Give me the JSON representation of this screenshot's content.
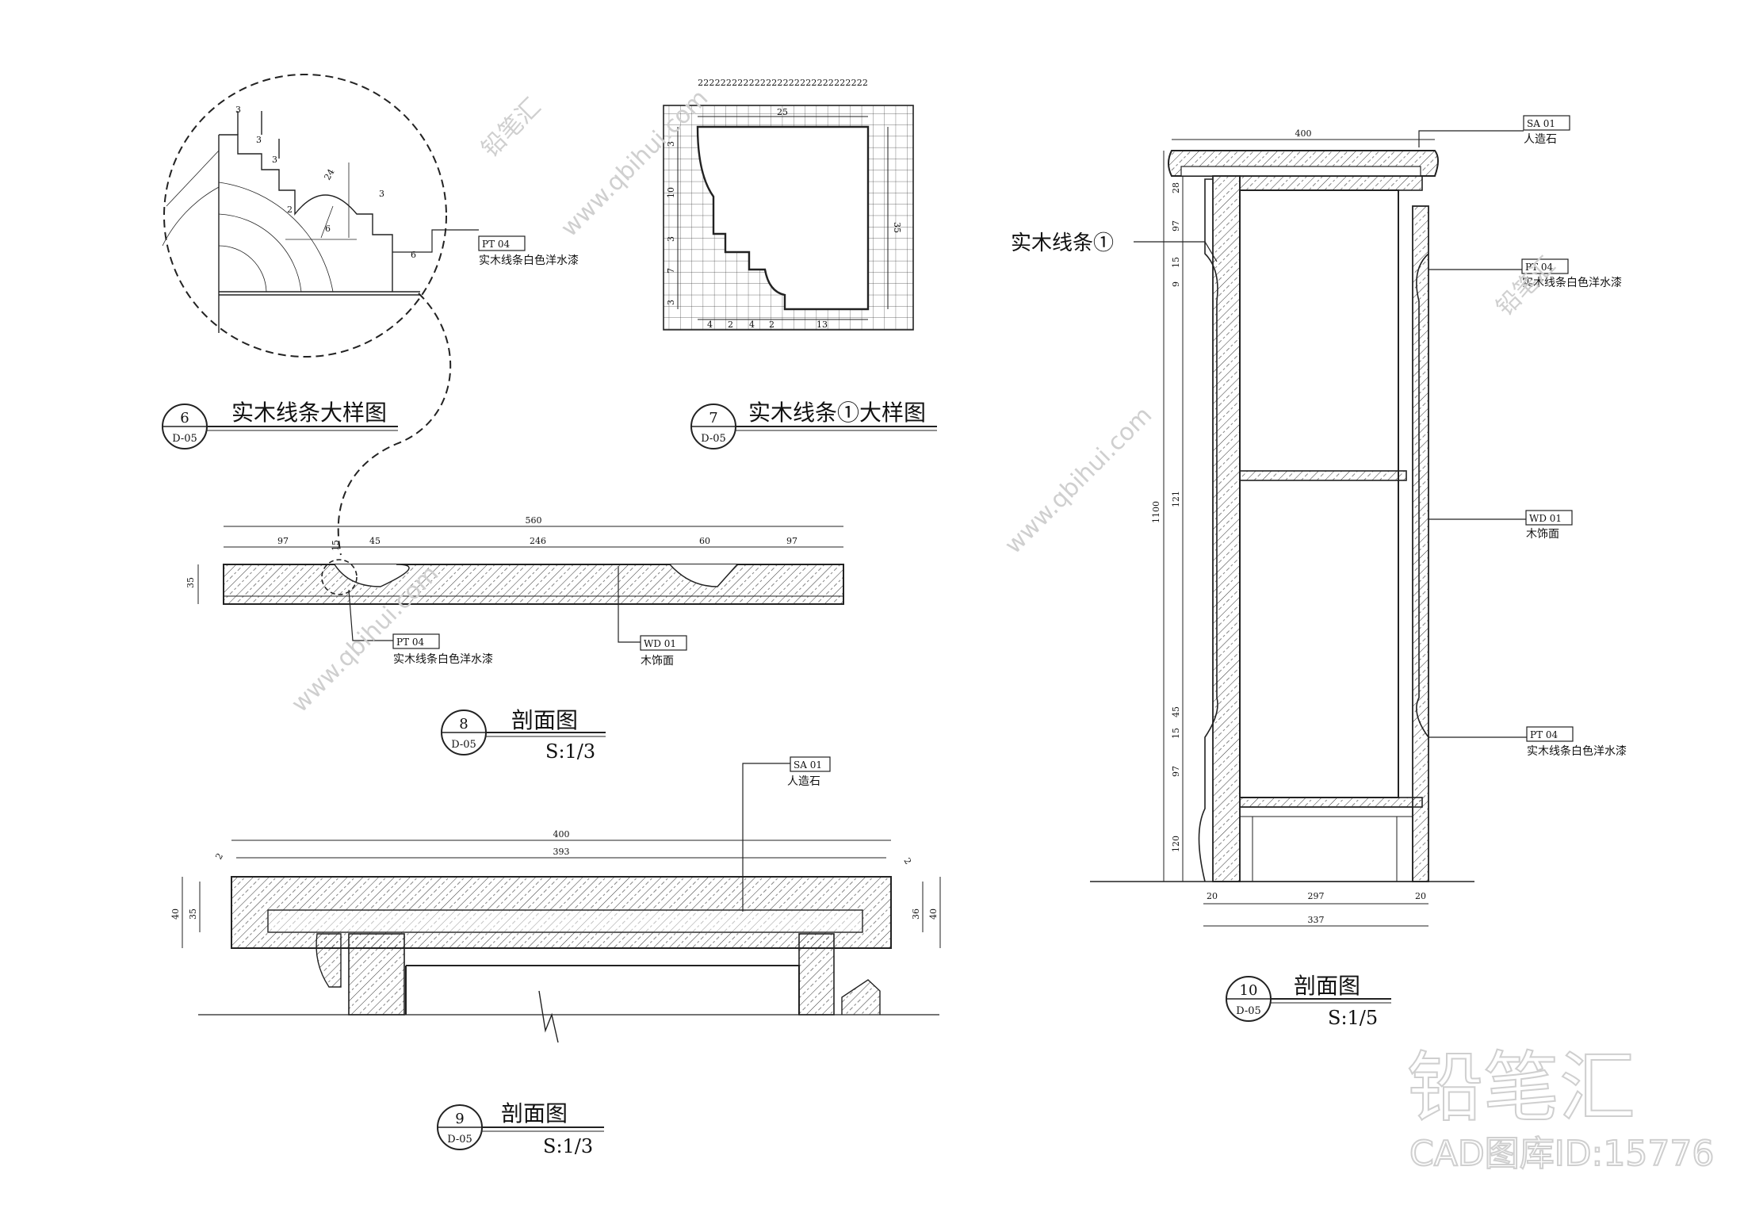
{
  "views": {
    "v6": {
      "num": "6",
      "ref": "D-05",
      "title": "实木线条大样图"
    },
    "v7": {
      "num": "7",
      "ref": "D-05",
      "title": "实木线条①大样图"
    },
    "v8": {
      "num": "8",
      "ref": "D-05",
      "title": "剖面图",
      "scale": "S:1/3"
    },
    "v9": {
      "num": "9",
      "ref": "D-05",
      "title": "剖面图",
      "scale": "S:1/3"
    },
    "v10": {
      "num": "10",
      "ref": "D-05",
      "title": "剖面图",
      "scale": "S:1/5"
    }
  },
  "materials": {
    "pt04": {
      "code": "PT 04",
      "desc": "实木线条白色洋水漆"
    },
    "wd01": {
      "code": "WD 01",
      "desc": "木饰面"
    },
    "sa01": {
      "code": "SA 01",
      "desc": "人造石"
    }
  },
  "labels": {
    "molding1": "实木线条①"
  },
  "dims": {
    "v6": {
      "a": "3",
      "b": "3",
      "c": "3",
      "d": "2",
      "e": "24",
      "f": "6",
      "g": "3",
      "h": "6"
    },
    "v7": {
      "top_ticks": [
        "2",
        "2",
        "2",
        "2",
        "2",
        "2",
        "2",
        "2",
        "2",
        "2",
        "2",
        "2",
        "2",
        "2",
        "2",
        "2",
        "2",
        "2",
        "2",
        "2",
        "2",
        "2",
        "2",
        "2",
        "2",
        "2",
        "2",
        "2",
        "2",
        "2"
      ],
      "w": "25",
      "h": "35",
      "l1": "3",
      "l2": "10",
      "l3": "3",
      "l4": "7",
      "l5": "3",
      "b1": "4",
      "b2": "2",
      "b3": "4",
      "b4": "2",
      "b5": "13"
    },
    "v8": {
      "total": "560",
      "a": "97",
      "b": "15",
      "c": "45",
      "d": "246",
      "e": "60",
      "f": "97",
      "h": "35"
    },
    "v9": {
      "total": "400",
      "inner": "393",
      "a": "2",
      "b": "2",
      "h1": "40",
      "h2": "35",
      "h3": "36",
      "h4": "40"
    },
    "v10": {
      "top": "400",
      "h": "1100",
      "s1": "28",
      "s2": "97",
      "s3": "15",
      "s4": "9",
      "s5": "121",
      "s6": "45",
      "s7": "15",
      "s8": "97",
      "s9": "120",
      "b1": "20",
      "b2": "297",
      "b3": "20",
      "btotal": "337"
    }
  },
  "watermark": {
    "logo": "铅笔汇",
    "url": "www.qbihui.com",
    "caption": "CAD图库ID:15776"
  }
}
